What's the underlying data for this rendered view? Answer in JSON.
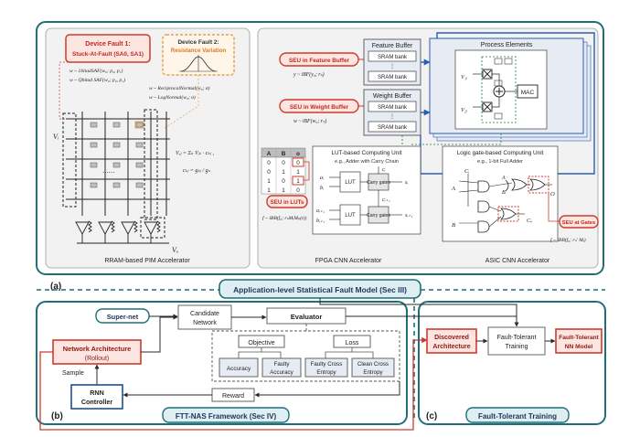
{
  "colors": {
    "teal": "#1f6f78",
    "red": "#d03a2c",
    "orange": "#e8a04e",
    "blue": "#2a5db0",
    "panel_fill": "#f2f2f2",
    "deep_fill": "#e7ebf3",
    "seu_fill": "#fde5e2",
    "appbar_fill": "#dfeef2"
  },
  "icons": [
    "bell-curve-icon",
    "resistor-icon",
    "adder-icon",
    "multiplier-icon",
    "logic-gate-icon"
  ],
  "rram": {
    "fault1_title": "Device Fault 1:",
    "fault1_sub": "Stuck-At-Fault (SA0, SA1)",
    "fault1_eq1": "w ~ 1bitadSAF(w₀; p₀, p₁)",
    "fault1_eq2": "w ~ Qbitad SAF(w₀; p₀, p₁)",
    "fault2_title": "Device Fault 2:",
    "fault2_sub": "Resistance Variation",
    "fault2_eq1": "w ~ ReciprocalNormal(w₀; σ)",
    "fault2_eq2": "w ~ LogNormal(w₀; σ)",
    "vi": "Vᵢ",
    "vo": "Vₒ",
    "eq_vo": "Vₒⱼ = Σₖ Vᵢₖ · cₖⱼ ,",
    "eq_ckj": "cₖⱼ = gₖⱼ / gₛ",
    "dots": "......",
    "caption": "RRAM-based PIM Accelerator"
  },
  "fpga": {
    "seu_feature": "SEU in Feature Buffer",
    "seu_feature_eq": "y ~ iBF(y₀; rₛ)",
    "seu_weight": "SEU in Weight Buffer",
    "seu_weight_eq": "w ~ iBF(w₀; rₛ)",
    "feature_buffer": "Feature Buffer",
    "weight_buffer": "Weight Buffer",
    "sram_bank": "SRAM bank",
    "lut_title": "LUT-based Computing Unit",
    "lut_sub": "e.g., Adder with Carry Chain",
    "lut": "LUT",
    "carry_gates": "Carry gates",
    "truth_headers": [
      "A",
      "B",
      "o"
    ],
    "truth_rows": [
      [
        "0",
        "0",
        "0"
      ],
      [
        "0",
        "1",
        "1"
      ],
      [
        "1",
        "0",
        "1"
      ],
      [
        "1",
        "1",
        "0"
      ]
    ],
    "seu_luts": "SEU in LUTs",
    "lut_eq": "f ~ iBB(f₀; rₛMᵢMₚ(t))",
    "sym_a": "aᵢ",
    "sym_b": "bᵢ",
    "sym_s": "sᵢ",
    "sym_ci": "cᵢ",
    "sym_a1": "aᵢ₊₁",
    "sym_b1": "bᵢ₊₁",
    "sym_s1": "sᵢ₊₁",
    "sym_c1": "cᵢ₊₁",
    "caption": "FPGA CNN Accelerator"
  },
  "asic": {
    "process_elements": "Process Elements",
    "mac": "MAC",
    "v_labels": [
      "V₁ᵢ",
      "V₂ᵢ"
    ],
    "logic_title": "Logic gate-based Computing Unit",
    "logic_sub": "e.g., 1-bit Full Adder",
    "seu_gates": "SEU at Gates",
    "gates_eq": "f ~ iBB(f₀; rₛ' Mᵢ)",
    "sym_ci": "Cᵢ",
    "sym_a": "A",
    "sym_b": "B",
    "sym_co": "Cₒ",
    "sym_o": "O",
    "caption": "ASIC CNN Accelerator"
  },
  "app_level": "Application-level Statistical Fault Model (Sec III)",
  "labels": {
    "a": "(a)",
    "b": "(b)",
    "c": "(c)"
  },
  "ftt_nas": {
    "supernet": "Super-net",
    "candidate": "Candidate",
    "network": "Network",
    "evaluator": "Evaluator",
    "objective": "Objective",
    "loss": "Loss",
    "accuracy": "Accuracy",
    "faulty": "Faulty",
    "faulty_accuracy": "Accuracy",
    "faulty_cross": "Faulty Cross",
    "faulty_cross2": "Entropy",
    "clean_cross": "Clean Cross",
    "clean_cross2": "Entropy",
    "net_arch": "Network Architecture",
    "rollout": "(Rollout)",
    "sample": "Sample",
    "rnn": "RNN",
    "controller": "Controller",
    "reward": "Reward",
    "title": "FTT-NAS Framework (Sec IV)"
  },
  "ftt": {
    "discovered1": "Discovered",
    "discovered2": "Architecture",
    "training1": "Fault-Tolerant",
    "training2": "Training",
    "model1": "Fault-Tolerant",
    "model2": "NN Model",
    "title": "Fault-Tolerant Training"
  }
}
